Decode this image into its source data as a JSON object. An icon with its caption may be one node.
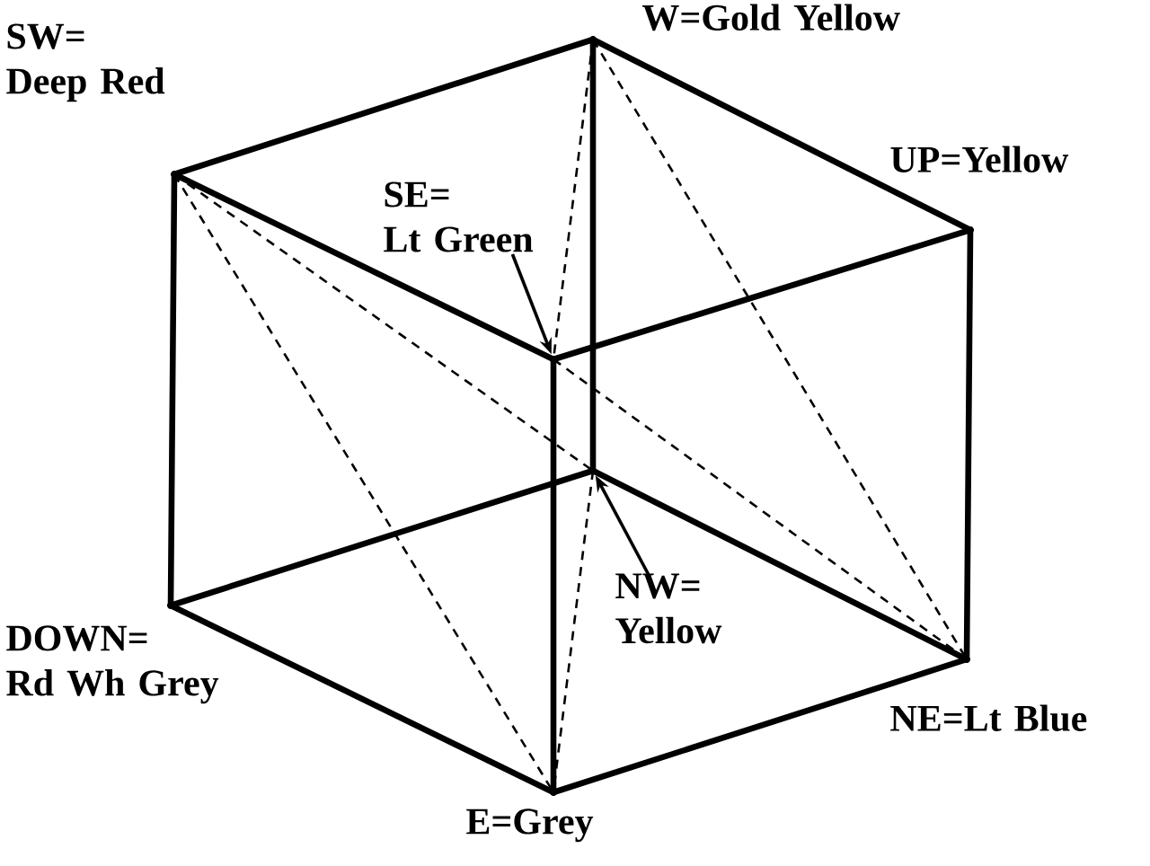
{
  "diagram": {
    "nodes": [
      {
        "text": [],
        "shape": "point",
        "beside": [
          "SW= Deep Red"
        ]
      },
      {
        "text": [],
        "shape": "point",
        "beside": [
          "W=Gold Yellow"
        ]
      },
      {
        "text": [],
        "shape": "point",
        "beside": [
          "UP=Yellow"
        ]
      },
      {
        "text": [],
        "shape": "point"
      },
      {
        "text": [
          "SE= Lt Green"
        ]
      },
      {
        "text": [],
        "shape": "point",
        "beside": [
          "DOWN= Rd Wh Grey"
        ]
      },
      {
        "text": [],
        "shape": "point"
      },
      {
        "text": [
          "NW= Yellow"
        ]
      },
      {
        "text": [],
        "shape": "point",
        "beside": [
          "NE=Lt Blue"
        ]
      },
      {
        "text": [],
        "shape": "point",
        "beside": [
          "E=Grey"
        ]
      }
    ],
    "edges": [
      {
        "from": 0,
        "to": 1,
        "arrow": "none"
      },
      {
        "from": 1,
        "to": 2,
        "arrow": "none"
      },
      {
        "from": 0,
        "to": 3,
        "arrow": "none"
      },
      {
        "from": 3,
        "to": 2,
        "arrow": "none"
      },
      {
        "from": 0,
        "to": 5,
        "arrow": "none"
      },
      {
        "from": 1,
        "to": 6,
        "arrow": "none"
      },
      {
        "from": 2,
        "to": 8,
        "arrow": "none"
      },
      {
        "from": 3,
        "to": 9,
        "arrow": "none"
      },
      {
        "from": 5,
        "to": 6,
        "arrow": "none"
      },
      {
        "from": 6,
        "to": 8,
        "arrow": "none"
      },
      {
        "from": 5,
        "to": 9,
        "arrow": "none"
      },
      {
        "from": 9,
        "to": 8,
        "arrow": "none"
      },
      {
        "from": 0,
        "to": 9,
        "arrow": "none",
        "style": "dashed"
      },
      {
        "from": 0,
        "to": 6,
        "arrow": "none",
        "style": "dashed"
      },
      {
        "from": 1,
        "to": 3,
        "arrow": "none",
        "style": "dashed"
      },
      {
        "from": 1,
        "to": 8,
        "arrow": "none",
        "style": "dashed"
      },
      {
        "from": 3,
        "to": 8,
        "arrow": "none",
        "style": "dashed"
      },
      {
        "from": 6,
        "to": 9,
        "arrow": "none",
        "style": "dashed"
      },
      {
        "from": 4,
        "to": 3,
        "arrow": "to"
      },
      {
        "from": 7,
        "to": 6,
        "arrow": "to"
      }
    ]
  }
}
